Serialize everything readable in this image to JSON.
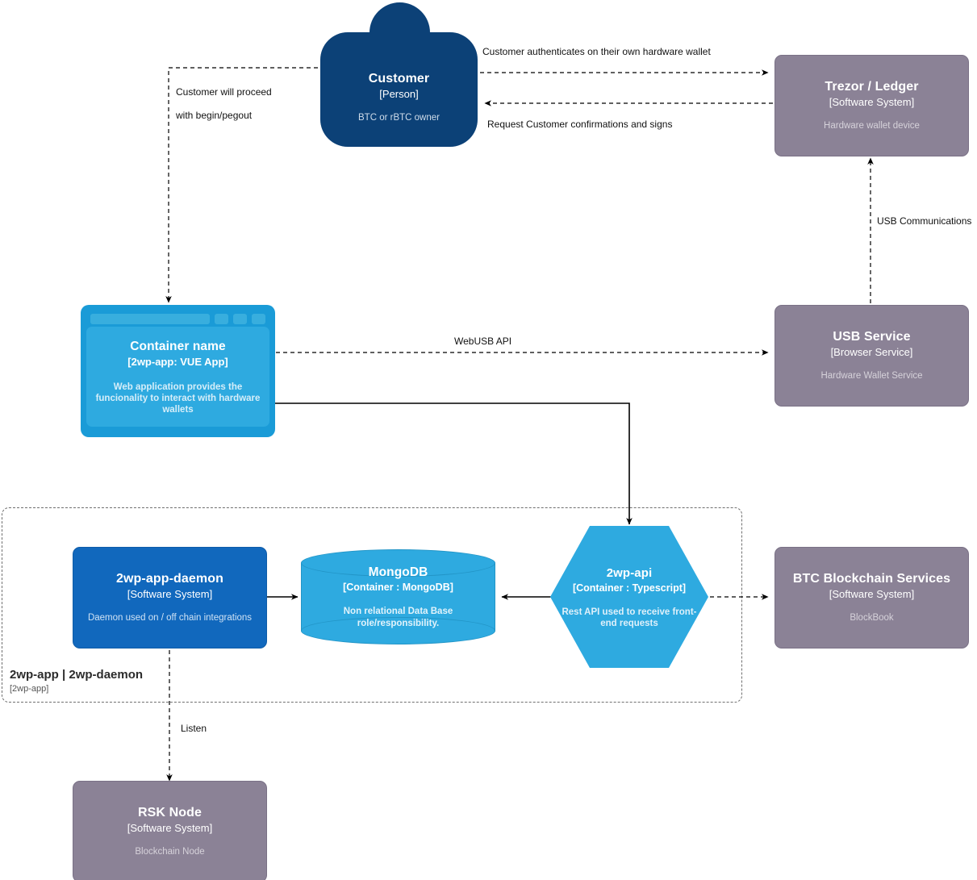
{
  "diagram": {
    "type": "c4-container-diagram",
    "colors": {
      "person": "#0c4177",
      "software_system": "#8b8296",
      "software_system_blue": "#1168bd",
      "container": "#2eaae0",
      "boundary_stroke": "#6f6f6f",
      "edge_stroke": "#000000",
      "background": "#ffffff"
    }
  },
  "nodes": {
    "customer": {
      "title": "Customer",
      "tech": "[Person]",
      "desc": "BTC or rBTC owner"
    },
    "trezor_ledger": {
      "title": "Trezor / Ledger",
      "tech": "[Software System]",
      "desc": "Hardware wallet device"
    },
    "usb_service": {
      "title": "USB Service",
      "tech": "[Browser Service]",
      "desc": "Hardware Wallet Service"
    },
    "container_name": {
      "title": "Container name",
      "tech": "[2wp-app: VUE App]",
      "desc": "Web application provides the funcionality to interact with hardware wallets"
    },
    "daemon": {
      "title": "2wp-app-daemon",
      "tech": "[Software System]",
      "desc": "Daemon used on / off chain integrations"
    },
    "mongodb": {
      "title": "MongoDB",
      "tech": "[Container : MongoDB]",
      "desc": "Non relational Data Base role/responsibility."
    },
    "api": {
      "title": "2wp-api",
      "tech": "[Container : Typescript]",
      "desc": "Rest API used to receive front-end requests"
    },
    "btc_blockchain": {
      "title": "BTC Blockchain Services",
      "tech": "[Software System]",
      "desc": "BlockBook"
    },
    "rsk_node": {
      "title": "RSK Node",
      "tech": "[Software System]",
      "desc": "Blockchain Node"
    }
  },
  "boundary": {
    "title": "2wp-app | 2wp-daemon",
    "tech": "[2wp-app]"
  },
  "edges": {
    "customer_to_trezor": "Customer authenticates on their own hardware wallet",
    "trezor_to_customer": "Request Customer confirmations and signs",
    "customer_to_app_line1": "Customer will proceed",
    "customer_to_app_line2": "with begin/pegout",
    "usb_to_trezor": "USB Communications",
    "app_to_usb": "WebUSB API",
    "daemon_to_rsk": "Listen"
  }
}
